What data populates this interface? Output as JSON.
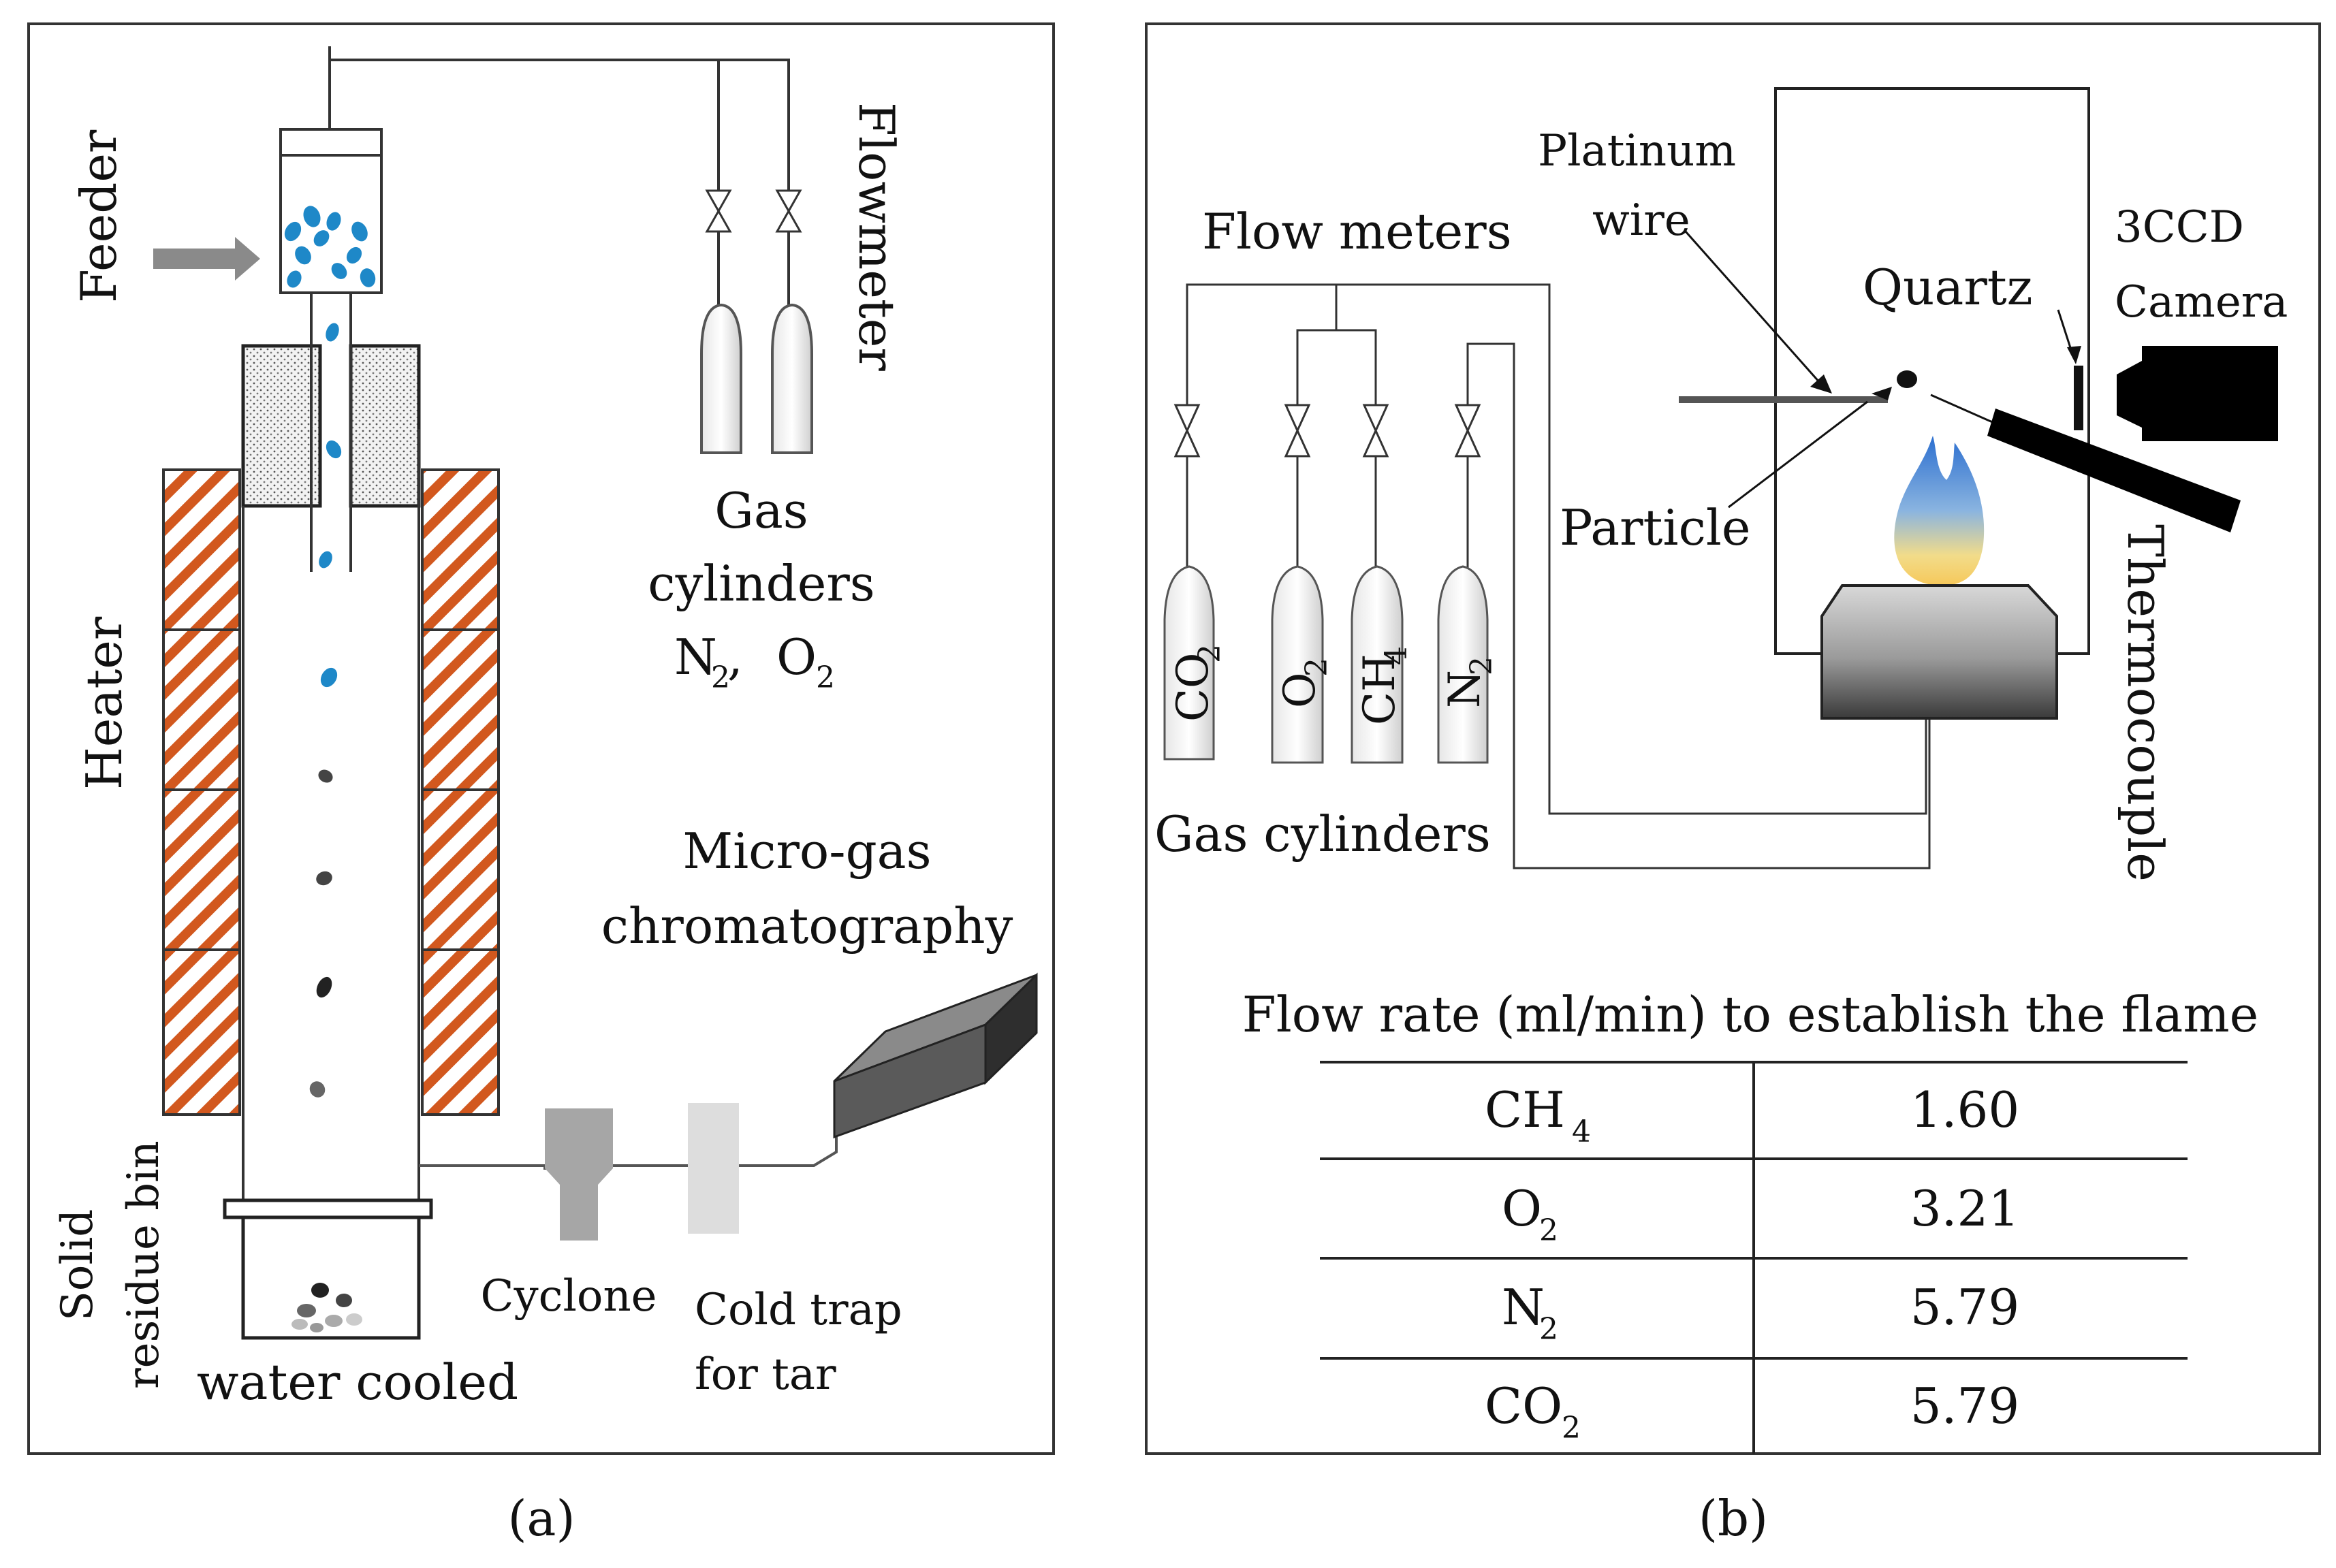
{
  "panel_a": {
    "caption": "(a)",
    "labels": {
      "feeder": "Feeder",
      "heater": "Heater",
      "flowmeter": "Flowmeter",
      "gas_line1": "Gas",
      "gas_line2": "cylinders",
      "gas_n": "N",
      "gas_o": "O",
      "gas_sub": "2",
      "gas_comma": ", ",
      "microgas1": "Micro-gas",
      "microgas2": "chromatography",
      "solid1": "Solid",
      "solid2": "residue bin",
      "water_cooled": "water cooled",
      "cyclone": "Cyclone",
      "cold_trap1": "Cold trap",
      "cold_trap2": "for tar"
    }
  },
  "panel_b": {
    "caption": "(b)",
    "labels": {
      "platinum1": "Platinum",
      "platinum2": "wire",
      "flow_meters": "Flow meters",
      "quartz": "Quartz",
      "camera1": "3CCD",
      "camera2": "Camera",
      "particle": "Particle",
      "thermocouple": "Thermocouple",
      "gas_cylinders": "Gas cylinders"
    },
    "cylinders": [
      {
        "base": "CO",
        "sub": "2"
      },
      {
        "base": "O",
        "sub": "2"
      },
      {
        "base": "CH",
        "sub": "4"
      },
      {
        "base": "N",
        "sub": "2"
      }
    ],
    "table": {
      "title": "Flow rate (ml/min) to establish the flame",
      "rows": [
        {
          "gas": "CH",
          "sub": "4",
          "value": "1.60"
        },
        {
          "gas": "O",
          "sub": "2",
          "value": "3.21"
        },
        {
          "gas": "N",
          "sub": "2",
          "value": "5.79"
        },
        {
          "gas": "CO",
          "sub": "2",
          "value": "5.79"
        }
      ]
    }
  },
  "colors": {
    "particle_blue": "#1e88c8",
    "heater_orange": "#d2581e",
    "frame": "#333333"
  }
}
